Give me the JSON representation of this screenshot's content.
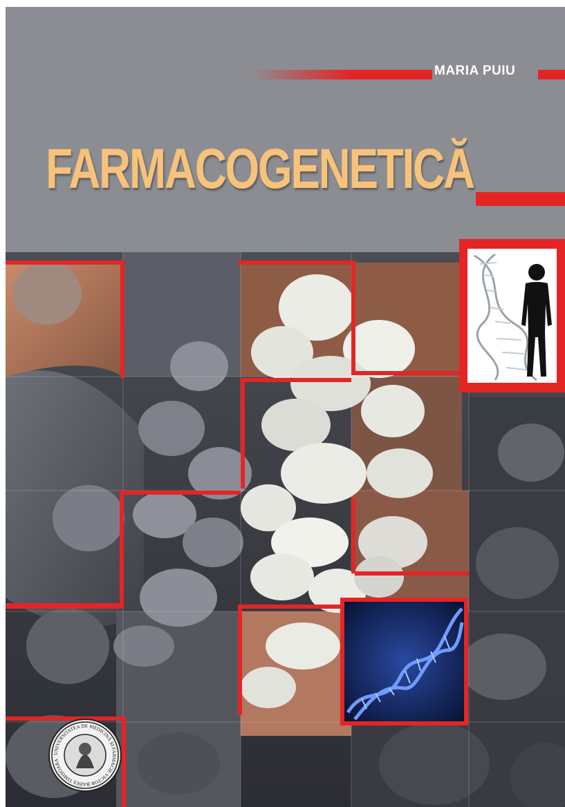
{
  "cover": {
    "author": "MARIA PUIU",
    "title": "FARMACOGENETICĂ"
  },
  "seal": {
    "text": "UNIVERSITATEA DE MEDICINĂ ȘI FARMACIE VICTOR BABEȘ TIMIȘOARA"
  },
  "colors": {
    "background": "#8b8d93",
    "accent_red": "#e42525",
    "title": "#f7c27a",
    "author": "#ffffff"
  },
  "icons": [
    "dna-helix-icon",
    "human-silhouette-icon",
    "university-seal-icon"
  ]
}
